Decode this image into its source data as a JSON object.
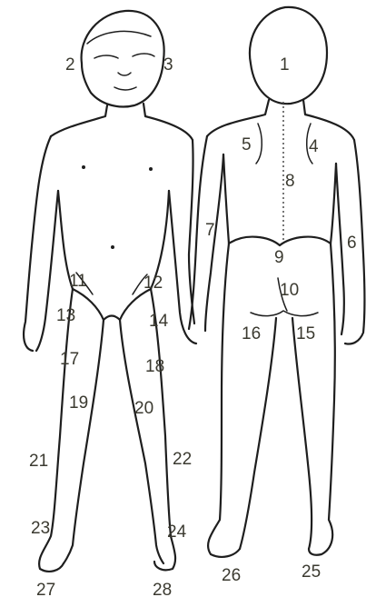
{
  "labels": {
    "l1": "1",
    "l2": "2",
    "l3": "3",
    "l4": "4",
    "l5": "5",
    "l6": "6",
    "l7": "7",
    "l8": "8",
    "l9": "9",
    "l10": "10",
    "l11": "11",
    "l12": "12",
    "l13": "13",
    "l14": "14",
    "l15": "15",
    "l16": "16",
    "l17": "17",
    "l18": "18",
    "l19": "19",
    "l20": "20",
    "l21": "21",
    "l22": "22",
    "l23": "23",
    "l24": "24",
    "l25": "25",
    "l26": "26",
    "l27": "27",
    "l28": "28"
  },
  "colors": {
    "line": "#1e1e1e",
    "label": "#3b3a30",
    "background": "#ffffff"
  }
}
